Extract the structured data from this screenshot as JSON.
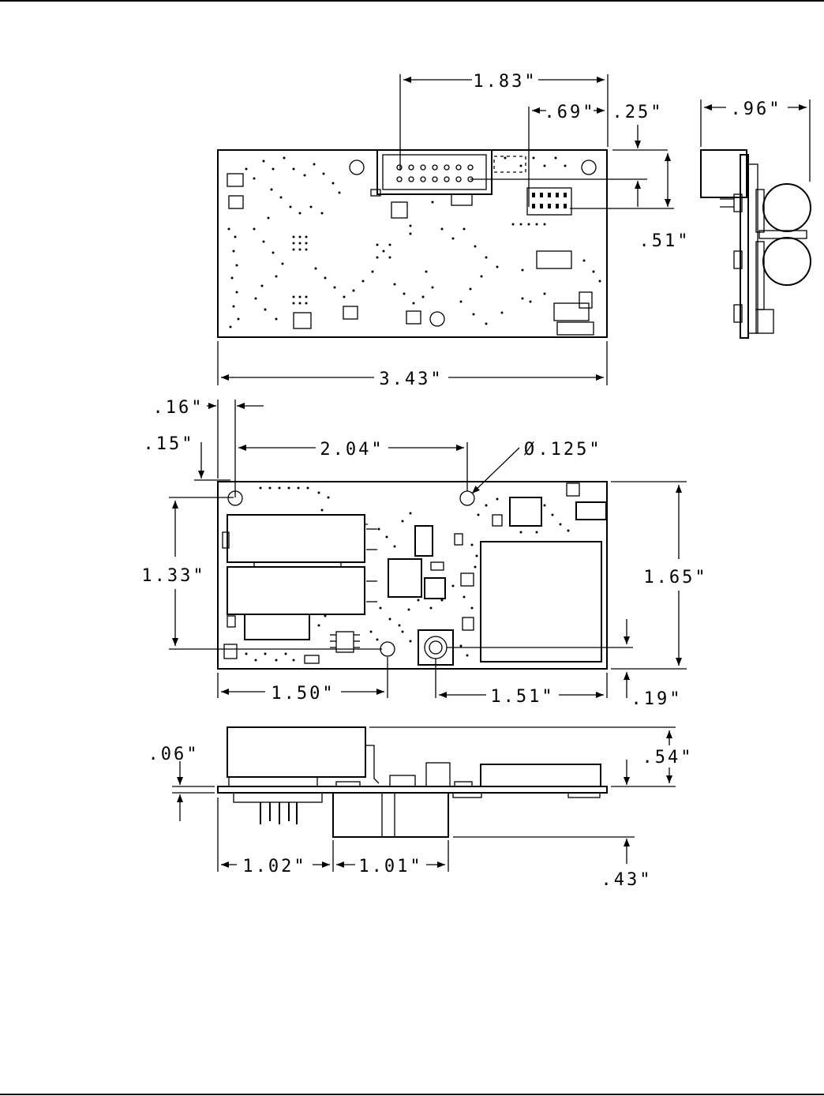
{
  "dimensions": {
    "top_overall_width": "3.43\"",
    "top_header_span": "1.83\"",
    "top_pin_offset": ".69\"",
    "top_edge_offset": ".25\"",
    "top_vertical": ".51\"",
    "side_thickness": ".96\"",
    "hole_offset_x": ".16\"",
    "hole_offset_y": ".15\"",
    "hole_spacing": "2.04\"",
    "hole_diameter": ".125\"",
    "hole_vertical_spacing": "1.33\"",
    "board_height": "1.65\"",
    "hole_to_left": "1.50\"",
    "jack_to_right": "1.51\"",
    "jack_bottom_offset": ".19\"",
    "pcb_thickness": ".06\"",
    "height_above": ".54\"",
    "connector_offset": "1.02\"",
    "connector_width": "1.01\"",
    "depth_below": ".43\""
  },
  "symbols": {
    "diameter": "Ø"
  }
}
